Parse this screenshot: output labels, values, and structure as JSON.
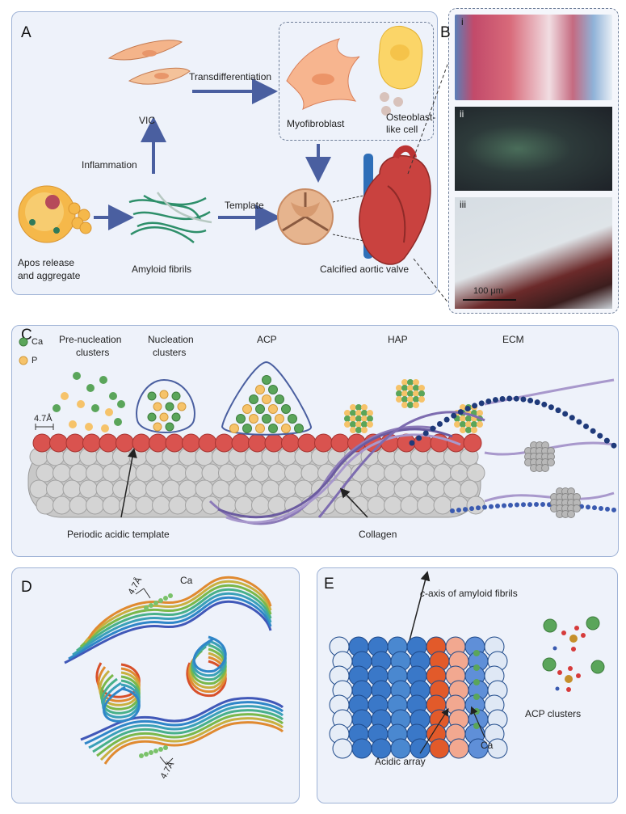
{
  "panels": {
    "A": {
      "label": "A",
      "vic": "VIC",
      "transdifferentiation": "Transdifferentiation",
      "myofibroblast": "Myofibroblast",
      "osteoblast_line1": "Osteoblast-",
      "osteoblast_line2": "like cell",
      "inflammation": "Inflammation",
      "template": "Template",
      "apos_line1": "Apos release",
      "apos_line2": "and aggregate",
      "amyloid": "Amyloid fibrils",
      "calcified": "Calcified aortic valve"
    },
    "B": {
      "label": "B",
      "sub_i": "i",
      "sub_ii": "ii",
      "sub_iii": "iii",
      "scale_bar": "100 μm"
    },
    "C": {
      "label": "C",
      "prenucleation_line1": "Pre-nucleation",
      "prenucleation_line2": "clusters",
      "nucleation_line1": "Nucleation",
      "nucleation_line2": "clusters",
      "acp": "ACP",
      "hap": "HAP",
      "ecm": "ECM",
      "legend_ca": "Ca",
      "legend_p": "P",
      "spacing": "4.7Å",
      "periodic": "Periodic acidic template",
      "collagen": "Collagen"
    },
    "D": {
      "label": "D",
      "ca": "Ca",
      "spacing_top": "4.7Å",
      "spacing_bottom": "4.7Å"
    },
    "E": {
      "label": "E",
      "c_axis_italic": "c",
      "c_axis_rest": "-axis of amyloid fibrils",
      "acidic_array": "Acidic array",
      "ca": "Ca",
      "acp_clusters": "ACP clusters"
    }
  },
  "colors": {
    "panel_bg": "#eef2fa",
    "panel_border": "#9fb3d6",
    "arrow": "#4a5fa0",
    "ca_green": "#5aa55a",
    "p_yellow": "#f6c36a",
    "template_red": "#d9534f",
    "fibril_gray": "#c8c8c8",
    "collagen_purple": "#8c7ab8"
  }
}
